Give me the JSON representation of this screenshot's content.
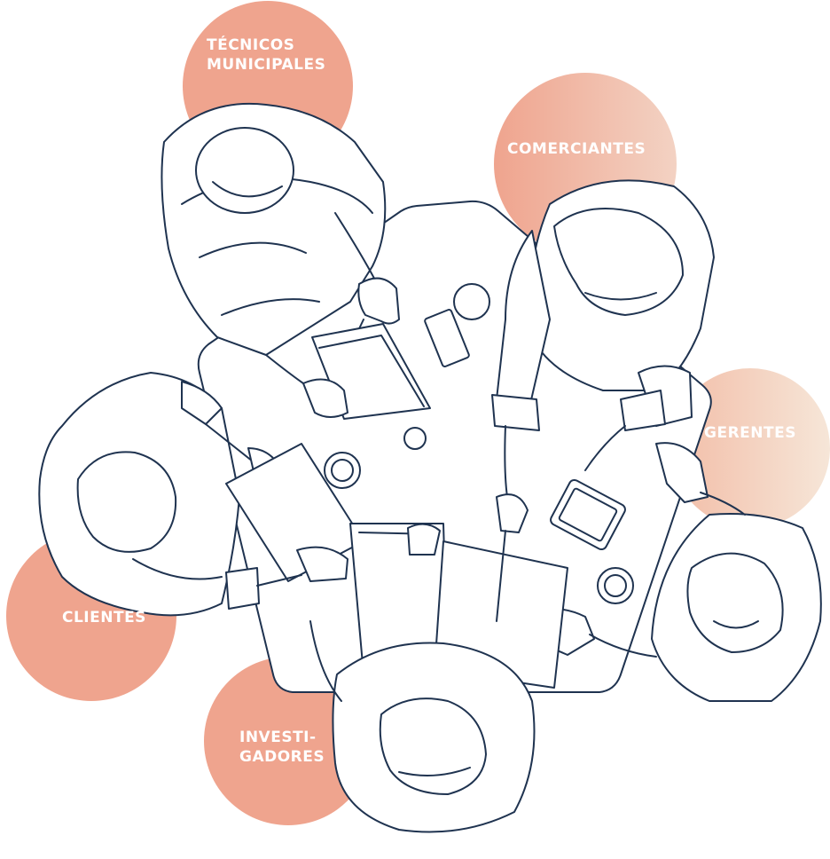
{
  "illustration": {
    "subject": "Ilustración de reunión vista desde arriba",
    "colors": {
      "circle_salmon": "#efa48e",
      "circle_fade_light": "#f3dccb",
      "line": "#1f3350",
      "background": "#ffffff"
    }
  },
  "roles": [
    {
      "id": "tecnicos",
      "line1": "TÉCNICOS",
      "line2": "MUNICIPALES"
    },
    {
      "id": "comerciantes",
      "line1": "COMERCIANTES"
    },
    {
      "id": "gerentes",
      "line1": "GERENTES"
    },
    {
      "id": "clientes",
      "line1": "CLIENTES"
    },
    {
      "id": "investigadores",
      "line1": "INVESTI-",
      "line2": "GADORES"
    }
  ]
}
